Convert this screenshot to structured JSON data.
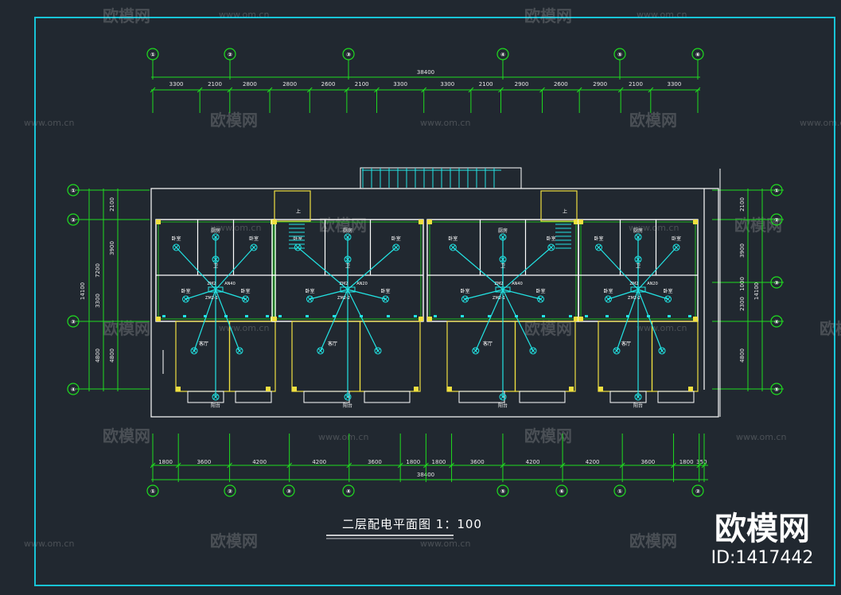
{
  "title": "二层配电平面图  1：100",
  "overall_dimension": "38400",
  "top_dimensions": [
    "3300",
    "2100",
    "2800",
    "2800",
    "2600",
    "2100",
    "3300",
    "3300",
    "2100",
    "2900",
    "2600",
    "2900",
    "2100",
    "3300"
  ],
  "bottom_dimensions": [
    "1800",
    "3600",
    "4200",
    "4200",
    "3600",
    "1800",
    "1800",
    "3600",
    "4200",
    "4200",
    "3600",
    "1800",
    "350"
  ],
  "left_dimensions_outer": [
    "14100"
  ],
  "left_dimensions_mid": [
    "7200",
    "3300",
    "4800"
  ],
  "left_dimensions_inner": [
    "2100",
    "3900",
    "4800"
  ],
  "right_dimensions_inner": [
    "2100",
    "3900",
    "1000",
    "2300",
    "4800"
  ],
  "right_dimensions_outer": [
    "14100"
  ],
  "axis_bubble_labels": [
    "①",
    "②",
    "③",
    "④",
    "⑤",
    "⑥"
  ],
  "room_labels": [
    "卧室",
    "厨房",
    "客厅",
    "阳台",
    "卫",
    "上"
  ],
  "panel_labels": [
    "ZM2",
    "ZM2-1",
    "ZM2-2",
    "AN40",
    "AN20"
  ],
  "watermark": {
    "brand": "欧模网",
    "url": "www.om.cn"
  },
  "brand_badge": {
    "name": "欧模网",
    "id": "ID:1417442"
  },
  "colors": {
    "background": "#212830",
    "frame": "#18c4d6",
    "dimension_line": "#1fdc1f",
    "wall": "#ffffff",
    "wiring": "#22e4e4",
    "column": "#f0e040",
    "stair": "#22e4e4"
  }
}
